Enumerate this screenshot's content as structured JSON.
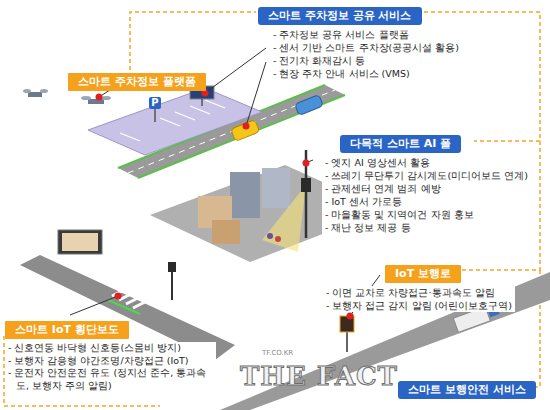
{
  "diagram": {
    "nodes": [
      {
        "text": [
          "스마트 주차정보 공유 서비스",
          "- 주차정보 공유 서비스 플랫폼",
          "- 센서 기반 스마트 주차장(공공시설 활용)",
          "- 전기차 화재감시 등",
          "- 현장 주차 안내 서비스 (VMS)"
        ]
      },
      {
        "text": [
          "스마트 주차정보 플랫폼"
        ]
      },
      {
        "text": [
          "다목적 스마트 AI 폴",
          "- 엣지 AI 영상센서 활용",
          "- 쓰레기 무단투기 감시계도(미디어보드 연계)",
          "- 관제센터 연계 범죄 예방",
          "- IoT 센서 가로등",
          "- 마을활동 및 지역여건 자원 홍보",
          "- 재난 정보 제공 등"
        ]
      },
      {
        "text": [
          "IoT 보행로",
          "- 이면 교차로 차량접근·통과속도 알림",
          "- 보행자 접근 감지 알림 (어린이보호구역)"
        ]
      },
      {
        "text": [
          "스마트 IoT 횡단보도",
          "- 신호연동 바닥형 신호등(스몸비 방지)",
          "- 보행자 감응형 야간조명/차량접근 (IoT)",
          "- 운전자 안전운전 유도 (정지선 준수, 통과속도, 보행자 주의 알림)"
        ]
      },
      {
        "text": [
          "스마트 보행안전 서비스"
        ]
      }
    ],
    "labels": [
      "P",
      "TF.CO.KR",
      "THE FACT"
    ]
  }
}
